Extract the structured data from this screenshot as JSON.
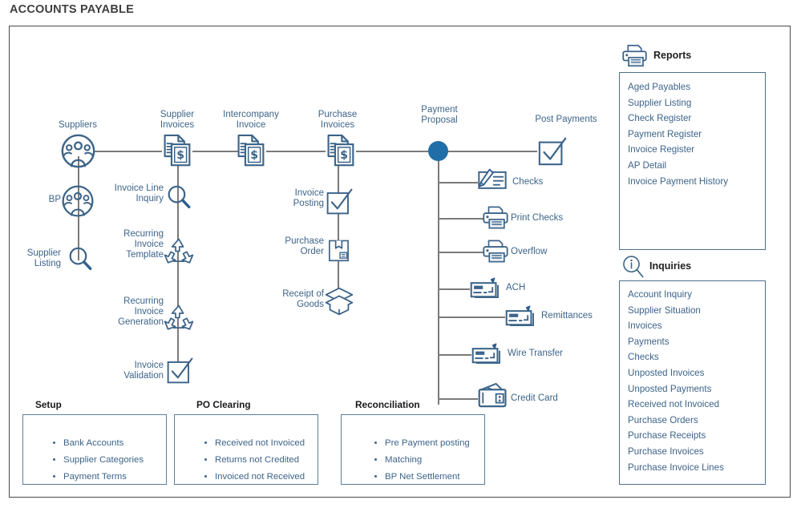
{
  "page": {
    "title": "ACCOUNTS PAYABLE"
  },
  "colors": {
    "accent": "#1f6ea8",
    "icon_stroke": "#3d6489",
    "label_text": "#3d6489",
    "connector": "#7a7a7a",
    "frame_border": "#4a4a4a",
    "box_border": "#4c6f8c",
    "heading_text": "#1a1a1a"
  },
  "flow": {
    "main_nodes": [
      {
        "id": "suppliers",
        "label": "Suppliers",
        "icon": "people-circle-icon"
      },
      {
        "id": "supplier-invoices",
        "label": "Supplier\nInvoices",
        "icon": "invoice-dollar-icon"
      },
      {
        "id": "intercompany-invoice",
        "label": "Intercompany\nInvoice",
        "icon": "invoice-dollar-icon"
      },
      {
        "id": "purchase-invoices",
        "label": "Purchase\nInvoices",
        "icon": "invoice-dollar-icon"
      },
      {
        "id": "payment-proposal",
        "label": "Payment\nProposal",
        "icon": "filled-circle-node"
      },
      {
        "id": "post-payments",
        "label": "Post Payments",
        "icon": "checkbox-check-icon"
      }
    ],
    "suppliers_branch": [
      {
        "id": "bp",
        "label": "BP",
        "icon": "people-circle-icon"
      },
      {
        "id": "supplier-listing",
        "label": "Supplier\nListing",
        "icon": "magnifier-icon"
      }
    ],
    "supplier_invoices_branch": [
      {
        "id": "invoice-line-inquiry",
        "label": "Invoice Line\nInquiry",
        "icon": "magnifier-icon"
      },
      {
        "id": "recurring-invoice-template",
        "label": "Recurring\nInvoice\nTemplate",
        "icon": "recycle-icon"
      },
      {
        "id": "recurring-invoice-generation",
        "label": "Recurring\nInvoice\nGeneration",
        "icon": "recycle-icon"
      },
      {
        "id": "invoice-validation",
        "label": "Invoice\nValidation",
        "icon": "checkbox-check-icon"
      }
    ],
    "purchase_invoices_branch": [
      {
        "id": "invoice-posting",
        "label": "Invoice\nPosting",
        "icon": "checkbox-check-icon"
      },
      {
        "id": "purchase-order",
        "label": "Purchase\nOrder",
        "icon": "package-doc-icon"
      },
      {
        "id": "receipt-of-goods",
        "label": "Receipt of\nGoods",
        "icon": "open-box-icon"
      }
    ],
    "payment_methods": [
      {
        "id": "checks",
        "label": "Checks",
        "icon": "check-pen-icon"
      },
      {
        "id": "print-checks",
        "label": "Print Checks",
        "icon": "printer-icon"
      },
      {
        "id": "overflow",
        "label": "Overflow",
        "icon": "printer-icon"
      },
      {
        "id": "ach",
        "label": "ACH",
        "icon": "electronic-payment-icon"
      },
      {
        "id": "remittances",
        "label": "Remittances",
        "icon": "electronic-payment-icon"
      },
      {
        "id": "wire-transfer",
        "label": "Wire Transfer",
        "icon": "electronic-payment-icon"
      },
      {
        "id": "credit-card",
        "label": "Credit Card",
        "icon": "wallet-card-icon"
      }
    ]
  },
  "panels": {
    "reports": {
      "title": "Reports",
      "icon": "printer-icon",
      "items": [
        "Aged Payables",
        "Supplier Listing",
        "Check Register",
        "Payment Register",
        "Invoice Register",
        "AP Detail",
        "Invoice Payment History"
      ]
    },
    "inquiries": {
      "title": "Inquiries",
      "icon": "info-magnifier-icon",
      "items": [
        "Account Inquiry",
        "Supplier Situation",
        "Invoices",
        "Payments",
        "Checks",
        "Unposted Invoices",
        "Unposted Payments",
        "Received not Invoiced",
        "Purchase Orders",
        "Purchase Receipts",
        "Purchase Invoices",
        "Purchase Invoice Lines"
      ]
    }
  },
  "sections": [
    {
      "id": "setup",
      "title": "Setup",
      "items": [
        "Bank Accounts",
        "Supplier Categories",
        "Payment Terms"
      ]
    },
    {
      "id": "po-clearing",
      "title": "PO Clearing",
      "items": [
        "Received not Invoiced",
        "Returns not Credited",
        "Invoiced not Received"
      ]
    },
    {
      "id": "reconciliation",
      "title": "Reconciliation",
      "items": [
        "Pre Payment posting",
        "Matching",
        "BP Net Settlement"
      ]
    }
  ]
}
